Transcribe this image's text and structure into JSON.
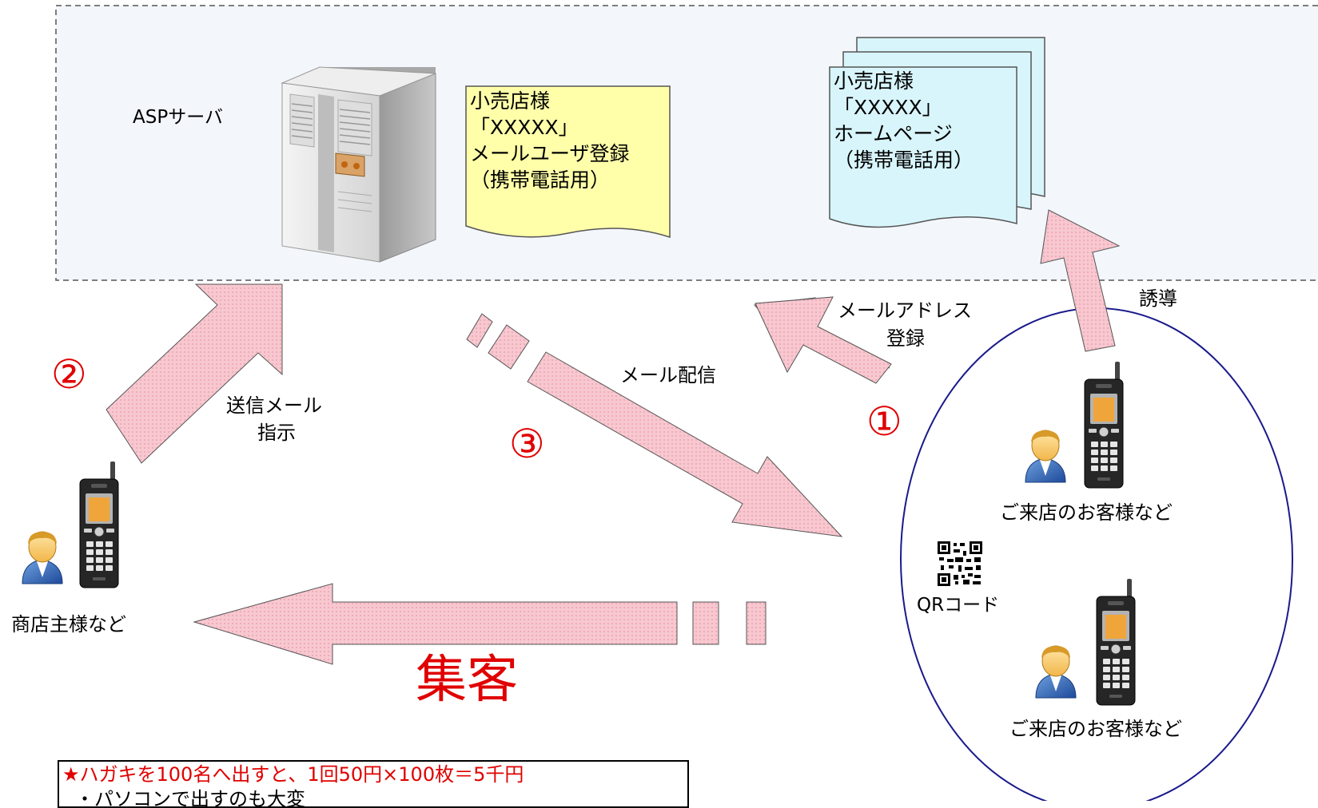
{
  "server_label": "ASPサーバ",
  "mail_doc": {
    "line1": "小売店様",
    "line2": "「XXXXX」",
    "line3": "メールユーザ登録",
    "line4": "（携帯電話用）"
  },
  "home_doc": {
    "line1": "小売店様",
    "line2": "「XXXXX」",
    "line3": "ホームページ",
    "line4": "（携帯電話用）"
  },
  "labels": {
    "mail_address_line1": "メールアドレス",
    "mail_address_line2": "登録",
    "guide": "誘導",
    "mail_delivery": "メール配信",
    "send_line1": "送信メール",
    "send_line2": "指示",
    "step1": "①",
    "step2": "②",
    "step3": "③",
    "shop_owner": "商店主様など",
    "customer_a": "ご来店のお客様など",
    "customer_b": "ご来店のお客様など",
    "qr": "QRコード",
    "attract": "集客"
  },
  "note": {
    "line1": "★ハガキを100名へ出すと、1回50円×100枚＝5千円",
    "line2": "・パソコンで出すのも大変"
  },
  "colors": {
    "arrow_fill": "#f7c8d0",
    "doc_yellow": "#ffffaa",
    "doc_blue": "#d8f5fb",
    "ellipse": "#1a1a8c",
    "accent_red": "#e00000"
  }
}
